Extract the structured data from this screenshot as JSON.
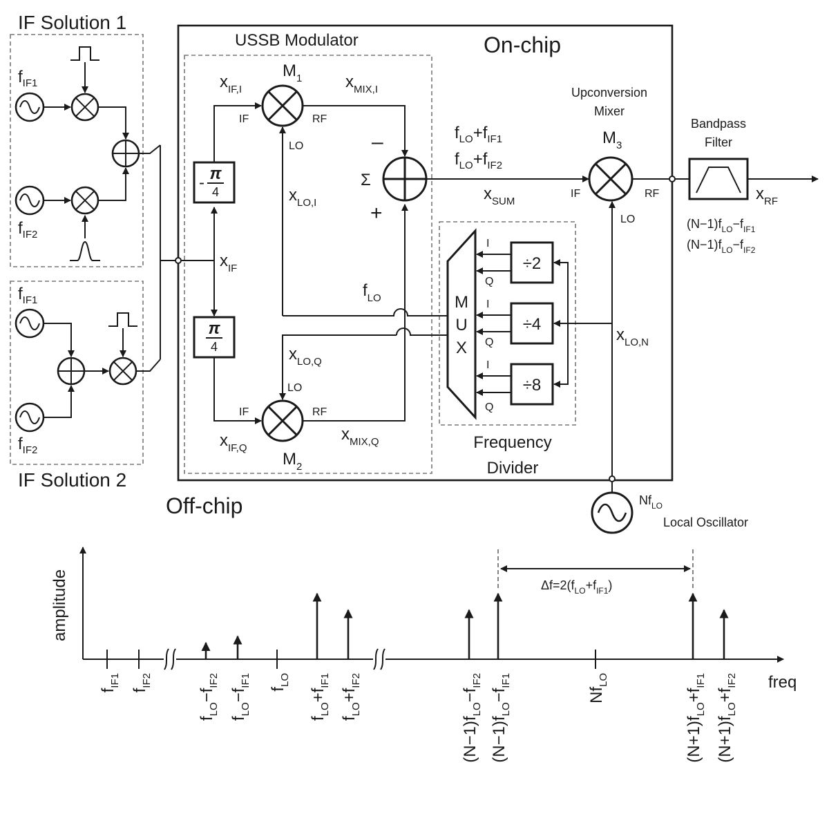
{
  "labels": {
    "if_solution_1": "IF Solution 1",
    "if_solution_2": "IF Solution 2",
    "ussb_modulator": "USSB Modulator",
    "on_chip": "On-chip",
    "off_chip": "Off-chip",
    "upconversion_mixer_1": "Upconversion",
    "upconversion_mixer_2": "Mixer",
    "bandpass_filter_1": "Bandpass",
    "bandpass_filter_2": "Filter",
    "frequency_divider_1": "Frequency",
    "frequency_divider_2": "Divider",
    "local_oscillator": "Local Oscillator",
    "sigma": "Σ",
    "minus": "–",
    "plus": "+",
    "phase_neg": "-",
    "pi": "π",
    "four": "4",
    "div2": "÷2",
    "div4": "÷4",
    "div8": "÷8",
    "mux_m": "M",
    "mux_u": "U",
    "mux_x": "X",
    "port_if": "IF",
    "port_rf": "RF",
    "port_lo": "LO",
    "port_i": "I",
    "port_q": "Q"
  },
  "signals": {
    "f": "f",
    "x": "x",
    "m": "M",
    "nf": "Nf",
    "sub_if1": "IF1",
    "sub_if2": "IF2",
    "sub_lo": "LO",
    "sub_if": "IF",
    "sub_if_i": "IF,I",
    "sub_if_q": "IF,Q",
    "sub_mix_i": "MIX,I",
    "sub_mix_q": "MIX,Q",
    "sub_lo_i": "LO,I",
    "sub_lo_q": "LO,Q",
    "sub_lo_n": "LO,N",
    "sub_sum": "SUM",
    "sub_rf": "RF",
    "sub_1": "1",
    "sub_2": "2",
    "sub_3": "3",
    "plus_f": "+f",
    "minus_f": "−f",
    "n_minus_1": "(N−1)f",
    "n_plus_1": "(N+1)f",
    "delta_f": "Δf=2(f",
    "close_paren": ")"
  },
  "chart_data": {
    "type": "spectrum",
    "xlabel": "freq",
    "ylabel": "amplitude",
    "tick_labels": [
      "fIF1",
      "fIF2",
      "fLO−fIF2",
      "fLO−fIF1",
      "fLO",
      "fLO+fIF1",
      "fLO+fIF2",
      "(N−1)fLO−fIF2",
      "(N−1)fLO−fIF1",
      "NfLO",
      "(N+1)fLO+fIF1",
      "(N+1)fLO+fIF2"
    ],
    "spectral_lines": [
      {
        "freq": "fLO−fIF2",
        "relative_amplitude": 0.25
      },
      {
        "freq": "fLO−fIF1",
        "relative_amplitude": 0.35
      },
      {
        "freq": "fLO+fIF1",
        "relative_amplitude": 1.0
      },
      {
        "freq": "fLO+fIF2",
        "relative_amplitude": 0.75
      },
      {
        "freq": "(N−1)fLO−fIF2",
        "relative_amplitude": 0.75
      },
      {
        "freq": "(N−1)fLO−fIF1",
        "relative_amplitude": 1.0
      },
      {
        "freq": "(N+1)fLO+fIF1",
        "relative_amplitude": 1.0
      },
      {
        "freq": "(N+1)fLO+fIF2",
        "relative_amplitude": 0.75
      }
    ],
    "axis_breaks": [
      "between fIF2 and fLO−fIF2",
      "between fLO+fIF2 and (N−1)fLO−fIF2"
    ]
  }
}
